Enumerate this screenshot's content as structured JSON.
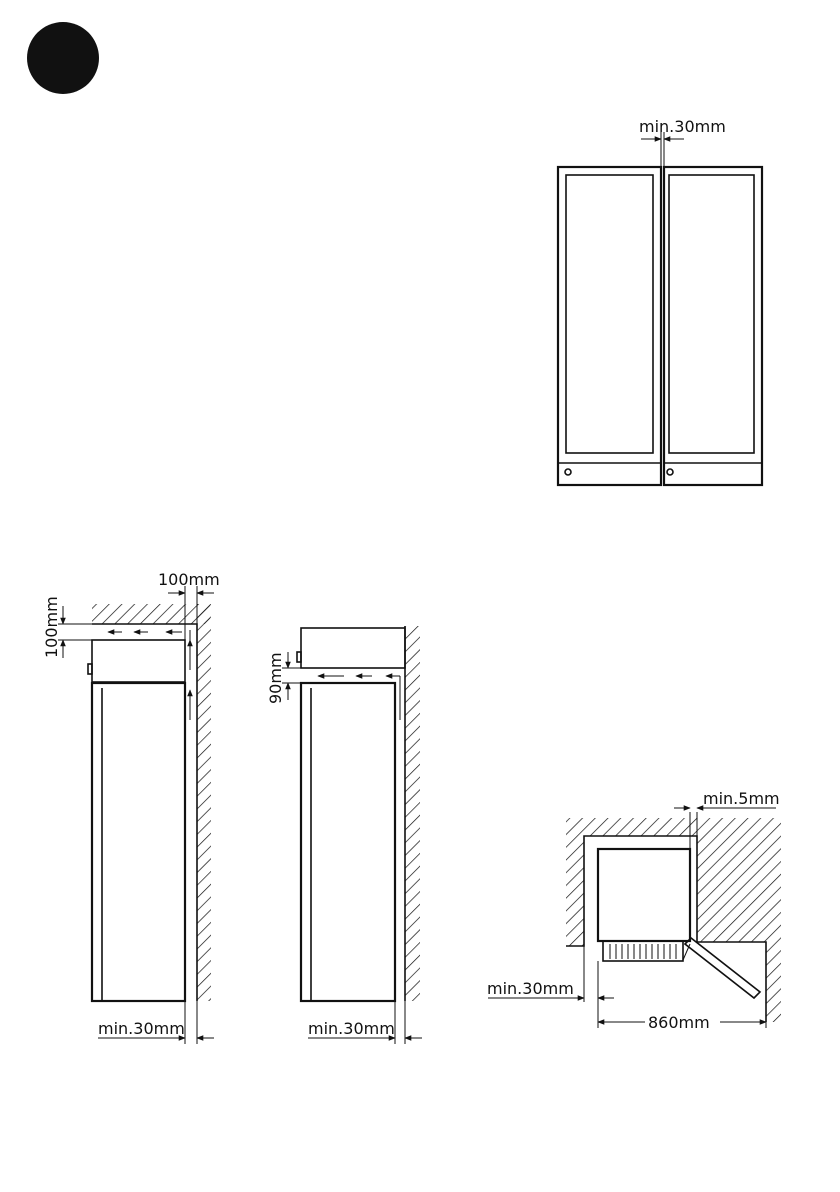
{
  "colors": {
    "ink": "#111111",
    "paper": "#ffffff"
  },
  "marker": {
    "kind": "filled-circle-bullet"
  },
  "front_view": {
    "gap_label": "min.30mm"
  },
  "side_view_a": {
    "top_gap_label": "100mm",
    "rear_gap_label": "100mm",
    "bottom_label": "min.30mm"
  },
  "side_view_b": {
    "top_gap_label": "90mm",
    "bottom_label": "min.30mm"
  },
  "plan_view": {
    "wall_gap_label": "min.5mm",
    "side_gap_label": "min.30mm",
    "width_label": "860mm"
  }
}
